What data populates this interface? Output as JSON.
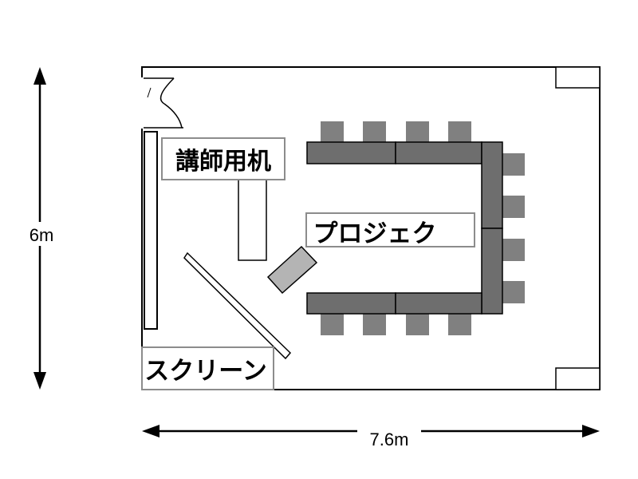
{
  "dimensions": {
    "height_label": "6m",
    "width_label": "7.6m"
  },
  "labels": {
    "lectern": "講師用机",
    "projector": "プロジェク",
    "screen": "スクリーン"
  },
  "colors": {
    "line": "#000000",
    "table": "#6e6e6e",
    "chair": "#808080",
    "projector": "#b4b4b4",
    "label_border": "#8c8c8c"
  },
  "furniture": {
    "top_chairs": 4,
    "bottom_chairs": 4,
    "right_chairs": 4
  }
}
